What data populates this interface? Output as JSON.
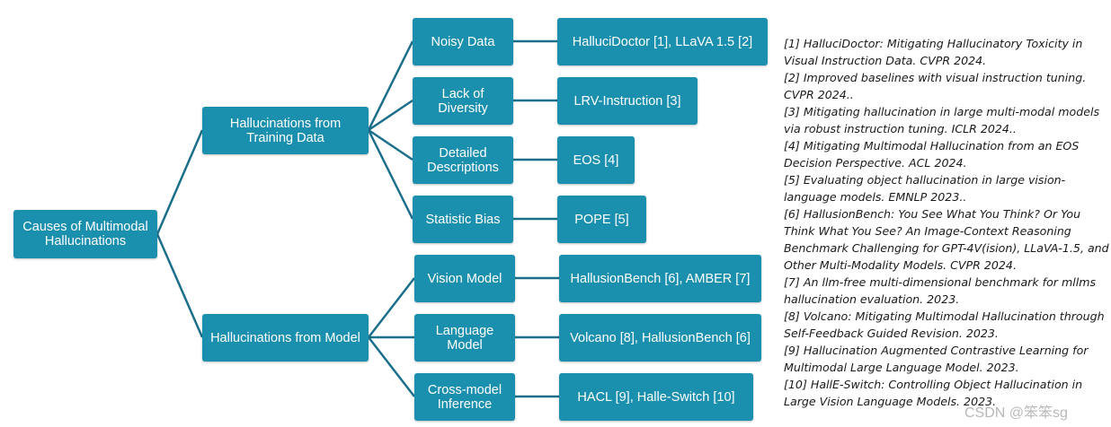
{
  "diagram": {
    "root": "Causes of Multimodal\nHallucinations",
    "categories": [
      {
        "label": "Hallucinations from\nTraining Data",
        "causes": [
          {
            "label": "Noisy Data",
            "examples": "HalluciDoctor [1], LLaVA 1.5 [2]"
          },
          {
            "label": "Lack of Diversity",
            "examples": "LRV-Instruction [3]"
          },
          {
            "label": "Detailed\nDescriptions",
            "examples": "EOS [4]"
          },
          {
            "label": "Statistic Bias",
            "examples": "POPE [5]"
          }
        ]
      },
      {
        "label": "Hallucinations from Model",
        "causes": [
          {
            "label": "Vision Model",
            "examples": "HallusionBench [6], AMBER [7]"
          },
          {
            "label": "Language\nModel",
            "examples": "Volcano [8], HallusionBench [6]"
          },
          {
            "label": "Cross-model\nInference",
            "examples": "HACL [9], Halle-Switch [10]"
          }
        ]
      }
    ],
    "colors": {
      "box": "#1b8fae",
      "line": "#1b6f8a",
      "text": "#ffffff"
    }
  },
  "references": [
    "[1] HalluciDoctor: Mitigating Hallucinatory Toxicity in Visual Instruction Data. CVPR 2024.",
    "[2] Improved baselines with visual instruction tuning. CVPR 2024..",
    "[3] Mitigating hallucination in large multi-modal models via robust instruction tuning. ICLR 2024..",
    "[4] Mitigating Multimodal Hallucination from an EOS Decision Perspective. ACL 2024.",
    "[5] Evaluating object hallucination in large vision-language models. EMNLP 2023..",
    "[6] HallusionBench: You See What You Think? Or You Think What You See? An Image-Context Reasoning Benchmark Challenging for GPT-4V(ision), LLaVA-1.5, and Other Multi-Modality Models. CVPR 2024.",
    "[7] An llm-free multi-dimensional benchmark for mllms hallucination evaluation. 2023.",
    "[8] Volcano: Mitigating Multimodal Hallucination through Self-Feedback Guided Revision. 2023.",
    "[9] Hallucination Augmented Contrastive Learning for Multimodal Large Language Model. 2023.",
    "[10] HallE-Switch: Controlling Object Hallucination in Large Vision Language Models. 2023."
  ],
  "watermark": "CSDN @笨笨sg"
}
